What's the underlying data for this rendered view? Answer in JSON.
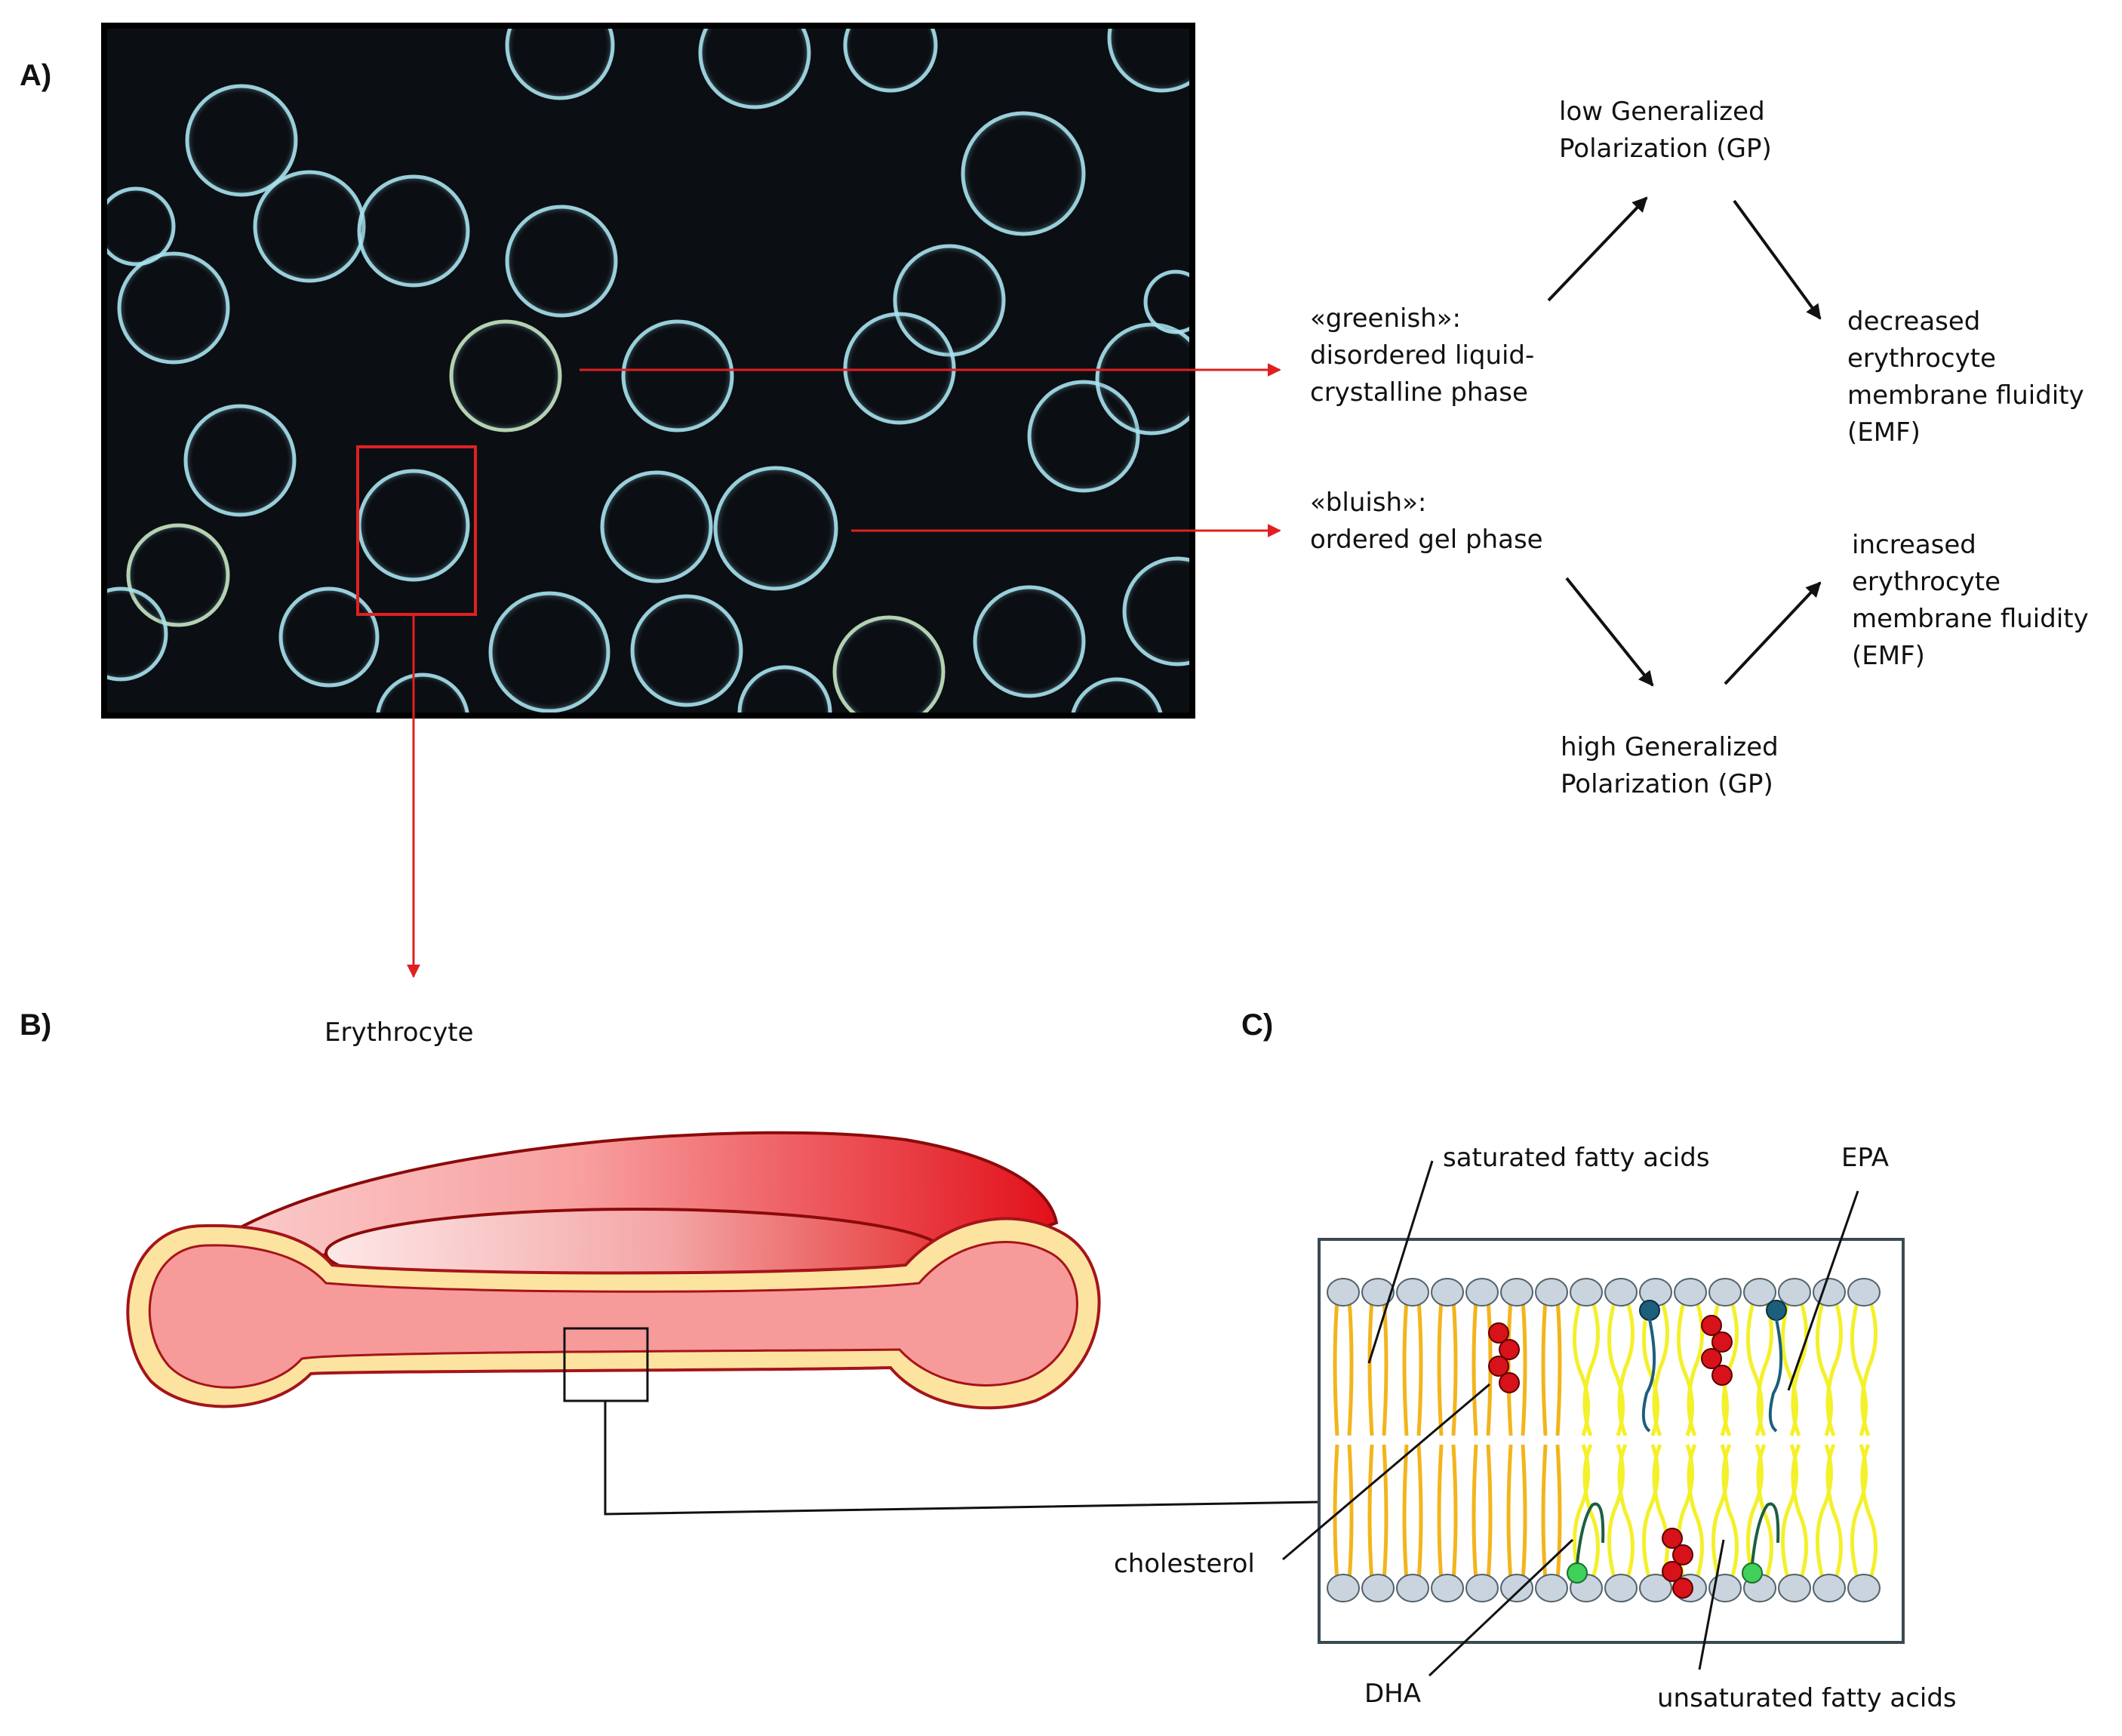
{
  "panels": {
    "a": "A)",
    "b": "B)",
    "c": "C)"
  },
  "flow": {
    "greenish": "«greenish»:\ndisordered liquid-\ncrystalline phase",
    "bluish": "«bluish»:\nordered gel phase",
    "low_gp": "low Generalized\nPolarization (GP)",
    "high_gp": "high Generalized\nPolarization (GP)",
    "decreased": "decreased\nerythrocyte\nmembrane fluidity\n(EMF)",
    "increased": "increased\nerythrocyte\nmembrane fluidity\n(EMF)"
  },
  "erythrocyte_label": "Erythrocyte",
  "membrane_labels": {
    "saturated": "saturated fatty acids",
    "epa": "EPA",
    "cholesterol": "cholesterol",
    "dha": "DHA",
    "unsaturated": "unsaturated fatty acids"
  },
  "colors": {
    "arrow_red": "#e02020",
    "cell_red": "#e8121a",
    "cell_pink": "#f79a9a",
    "membrane_cream": "#fde3a0",
    "sat_tail": "#f3b41c",
    "unsat_tail": "#f4f02a",
    "head": "#c9d4de",
    "cholesterol": "#d8121a",
    "epa_head": "#1b5f7c",
    "dha_head": "#3fd15a",
    "micro_bg": "#0b0f14",
    "micro_cell": "#a9e4f0"
  }
}
